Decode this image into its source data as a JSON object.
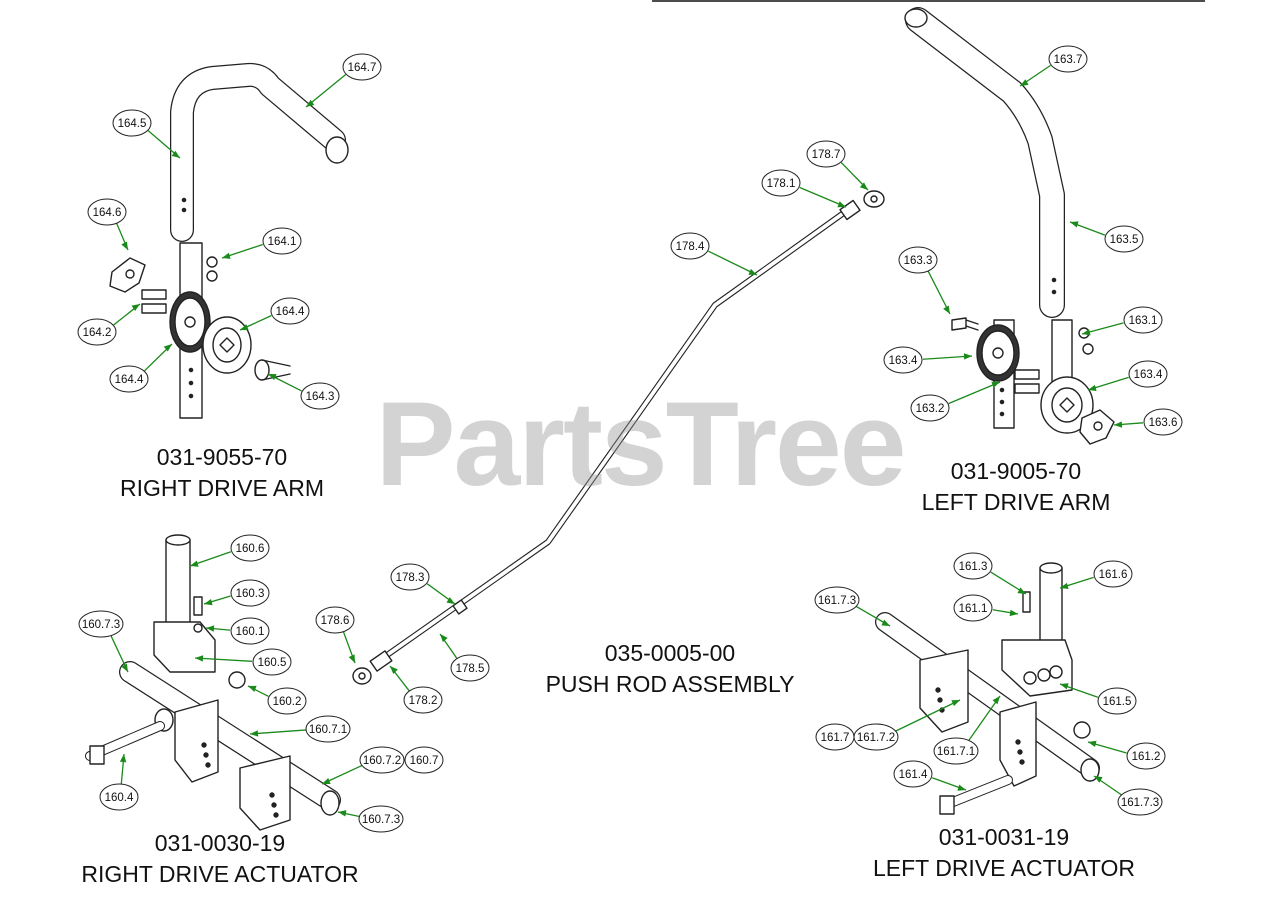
{
  "watermark": "PartsTree",
  "assemblies": {
    "right_drive_arm": {
      "part_number": "031-9055-70",
      "name": "RIGHT DRIVE ARM"
    },
    "left_drive_arm": {
      "part_number": "031-9005-70",
      "name": "LEFT DRIVE ARM"
    },
    "push_rod": {
      "part_number": "035-0005-00",
      "name": "PUSH ROD ASSEMBLY"
    },
    "right_drive_actuator": {
      "part_number": "031-0030-19",
      "name": "RIGHT DRIVE ACTUATOR"
    },
    "left_drive_actuator": {
      "part_number": "031-0031-19",
      "name": "LEFT DRIVE ACTUATOR"
    }
  },
  "callouts": [
    {
      "id": "164.7",
      "label": "164.7"
    },
    {
      "id": "164.5",
      "label": "164.5"
    },
    {
      "id": "164.6",
      "label": "164.6"
    },
    {
      "id": "164.1",
      "label": "164.1"
    },
    {
      "id": "164.2",
      "label": "164.2"
    },
    {
      "id": "164.4a",
      "label": "164.4"
    },
    {
      "id": "164.4b",
      "label": "164.4"
    },
    {
      "id": "164.3",
      "label": "164.3"
    },
    {
      "id": "178.7",
      "label": "178.7"
    },
    {
      "id": "178.1",
      "label": "178.1"
    },
    {
      "id": "178.4",
      "label": "178.4"
    },
    {
      "id": "178.3",
      "label": "178.3"
    },
    {
      "id": "178.6",
      "label": "178.6"
    },
    {
      "id": "178.5",
      "label": "178.5"
    },
    {
      "id": "178.2",
      "label": "178.2"
    },
    {
      "id": "163.7",
      "label": "163.7"
    },
    {
      "id": "163.5",
      "label": "163.5"
    },
    {
      "id": "163.3",
      "label": "163.3"
    },
    {
      "id": "163.1",
      "label": "163.1"
    },
    {
      "id": "163.4a",
      "label": "163.4"
    },
    {
      "id": "163.4b",
      "label": "163.4"
    },
    {
      "id": "163.2",
      "label": "163.2"
    },
    {
      "id": "163.6",
      "label": "163.6"
    },
    {
      "id": "160.6",
      "label": "160.6"
    },
    {
      "id": "160.3",
      "label": "160.3"
    },
    {
      "id": "160.7.3a",
      "label": "160.7.3"
    },
    {
      "id": "160.1",
      "label": "160.1"
    },
    {
      "id": "160.5",
      "label": "160.5"
    },
    {
      "id": "160.2",
      "label": "160.2"
    },
    {
      "id": "160.7.1",
      "label": "160.7.1"
    },
    {
      "id": "160.7.2",
      "label": "160.7.2"
    },
    {
      "id": "160.7",
      "label": "160.7"
    },
    {
      "id": "160.4",
      "label": "160.4"
    },
    {
      "id": "160.7.3b",
      "label": "160.7.3"
    },
    {
      "id": "161.3",
      "label": "161.3"
    },
    {
      "id": "161.6",
      "label": "161.6"
    },
    {
      "id": "161.7.3a",
      "label": "161.7.3"
    },
    {
      "id": "161.1",
      "label": "161.1"
    },
    {
      "id": "161.5",
      "label": "161.5"
    },
    {
      "id": "161.7",
      "label": "161.7"
    },
    {
      "id": "161.7.2",
      "label": "161.7.2"
    },
    {
      "id": "161.7.1",
      "label": "161.7.1"
    },
    {
      "id": "161.2",
      "label": "161.2"
    },
    {
      "id": "161.4",
      "label": "161.4"
    },
    {
      "id": "161.7.3b",
      "label": "161.7.3"
    }
  ],
  "colors": {
    "leader": "#1a8a1a",
    "outline": "#222222",
    "watermark": "#969696"
  }
}
